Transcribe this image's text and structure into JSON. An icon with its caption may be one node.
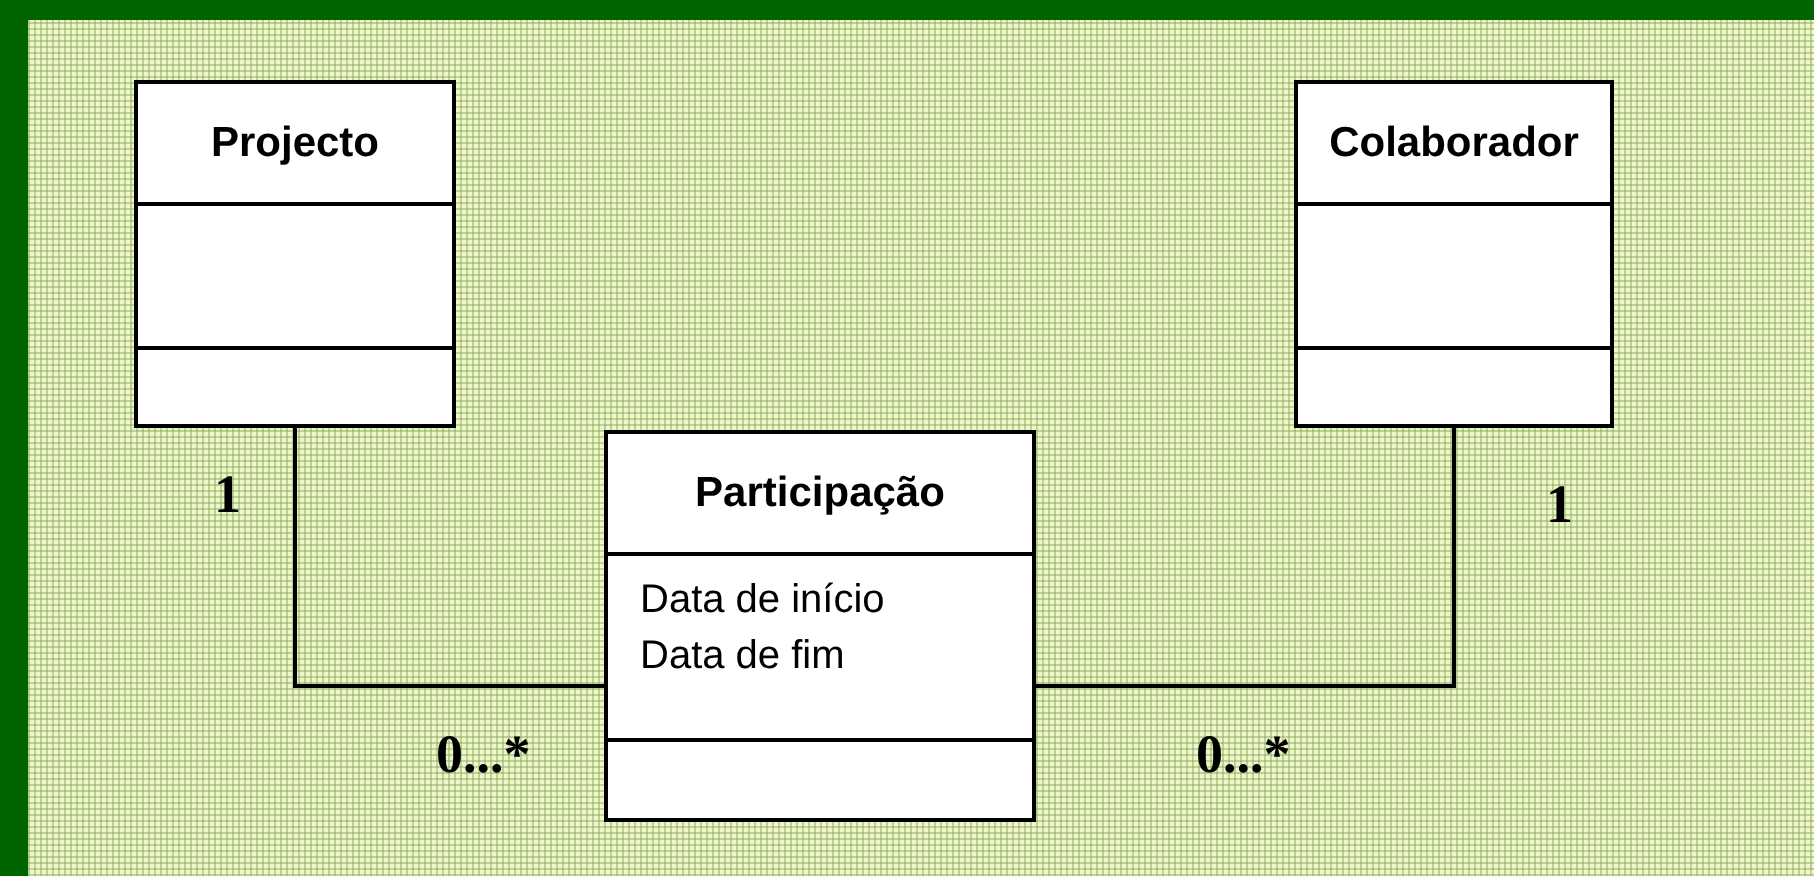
{
  "diagram": {
    "nodes": [
      {
        "text": [
          "Projecto"
        ]
      },
      {
        "text": [
          "Colaborador"
        ]
      },
      {
        "text": [
          "Participação",
          "Data de início",
          "Data de fim"
        ]
      }
    ],
    "edges": [
      {
        "from": 0,
        "to": 2,
        "arrow": "none"
      },
      {
        "from": 1,
        "to": 2,
        "arrow": "none"
      }
    ],
    "labels": [
      "1",
      "1",
      "0...*",
      "0...*"
    ]
  }
}
